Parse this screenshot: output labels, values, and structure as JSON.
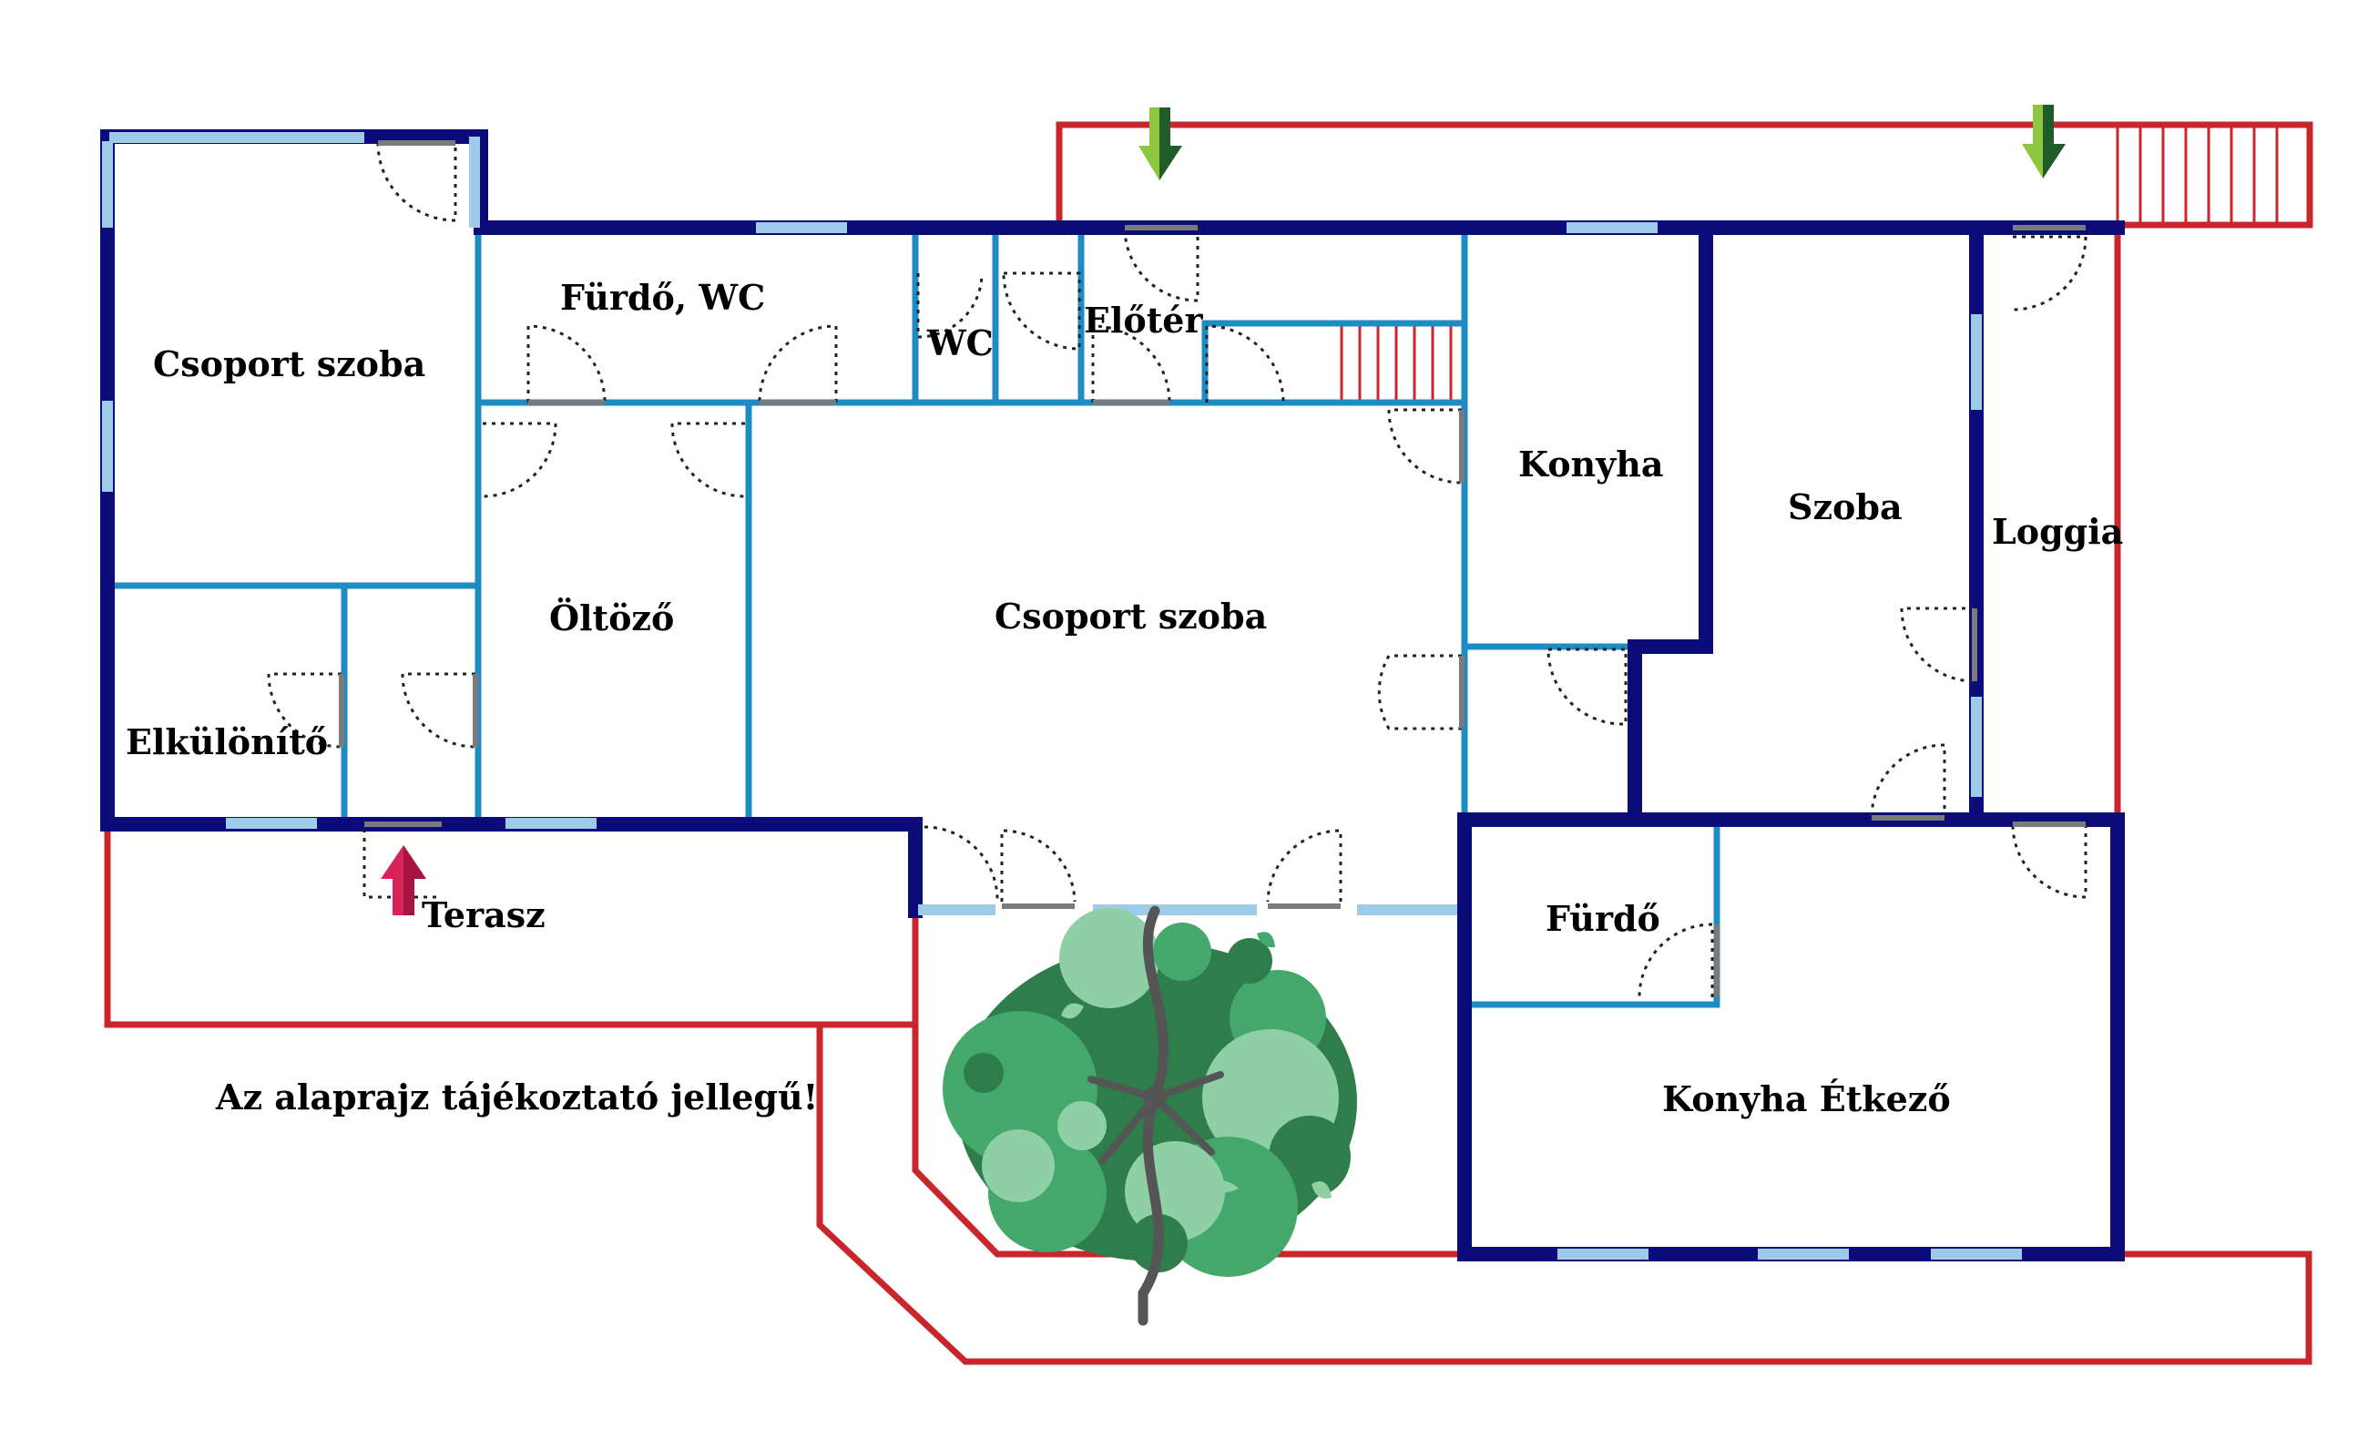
{
  "rooms": {
    "csoport_szoba_left": "Csoport szoba",
    "furdo_wc": "Fürdő, WC",
    "wc": "WC",
    "eloter": "Előtér",
    "konyha": "Konyha",
    "szoba": "Szoba",
    "loggia": "Loggia",
    "oltozo": "Öltöző",
    "csoport_szoba_center": "Csoport szoba",
    "elkulonito": "Elkülönítő",
    "terasz": "Terasz",
    "furdo": "Fürdő",
    "konyha_etkezo": "Konyha Étkező"
  },
  "note": "Az alaprajz tájékoztató jellegű!",
  "colors": {
    "outer_wall": "#0b0b7a",
    "inner_wall": "#1d8bc4",
    "window": "#9ecbe8",
    "terrace_outline": "#c8262c",
    "entrance_arrow": "#d6245a",
    "arrow_light": "#8fc63f",
    "arrow_dark": "#1f5c2a",
    "tree_dark": "#2e7d4a",
    "tree_mid": "#43a86a",
    "tree_light": "#8ecfa6"
  },
  "icons": [
    "entrance-arrow-icon",
    "green-arrow-icon",
    "tree-icon",
    "stairs-icon"
  ]
}
